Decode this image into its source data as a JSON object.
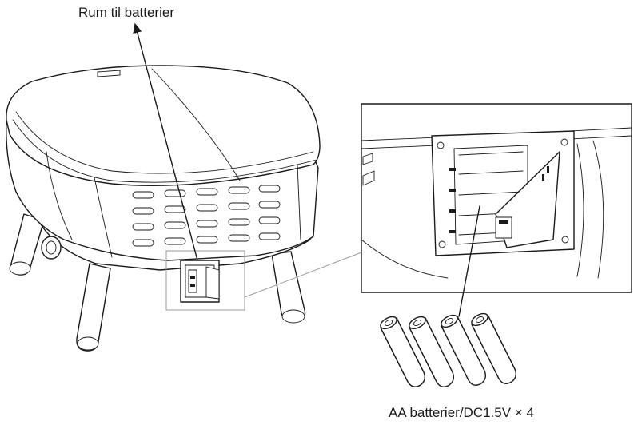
{
  "labels": {
    "battery_compartment": "Rum til batterier",
    "batteries": "AA batterier/DC1.5V × 4"
  },
  "colors": {
    "line": "#1a1a1a",
    "callout_line": "#9a9a9a",
    "background": "#ffffff"
  },
  "battery_count": 4
}
